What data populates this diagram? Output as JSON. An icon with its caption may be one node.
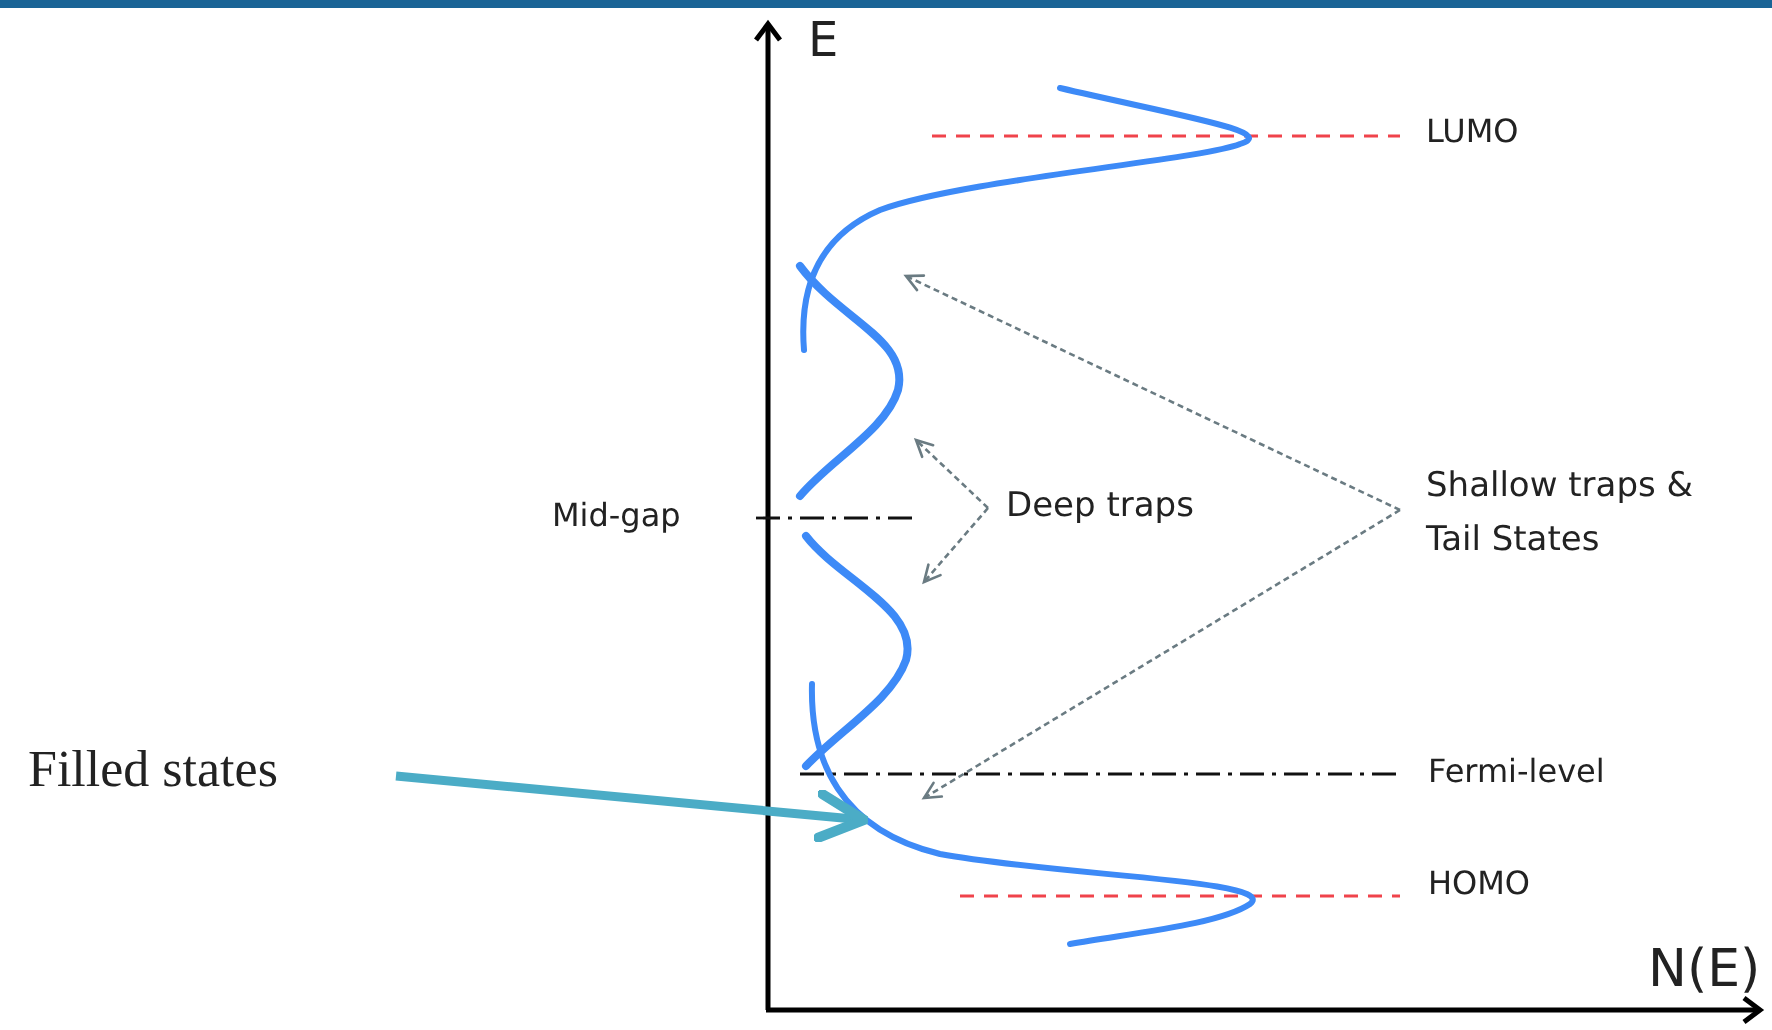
{
  "diagram": {
    "nodes": [
      {
        "text": [
          "Filled states"
        ]
      },
      {
        "text": [
          "Deep traps"
        ]
      },
      {
        "text": [
          "Shallow traps & Tail States"
        ]
      }
    ],
    "edges": [
      {
        "from": 0,
        "to": null,
        "arrow": "to",
        "style": "thick",
        "color": "#4bacc6"
      },
      {
        "from": 1,
        "to": null,
        "arrow": "to",
        "style": "dashed"
      },
      {
        "from": 1,
        "to": null,
        "arrow": "to",
        "style": "dashed"
      },
      {
        "from": 2,
        "to": null,
        "arrow": "to",
        "style": "dashed"
      },
      {
        "from": 2,
        "to": null,
        "arrow": "to",
        "style": "dashed"
      }
    ],
    "labels": [
      "E",
      "LUMO",
      "Mid-gap",
      "Fermi-level",
      "HOMO",
      "N(E)"
    ]
  }
}
